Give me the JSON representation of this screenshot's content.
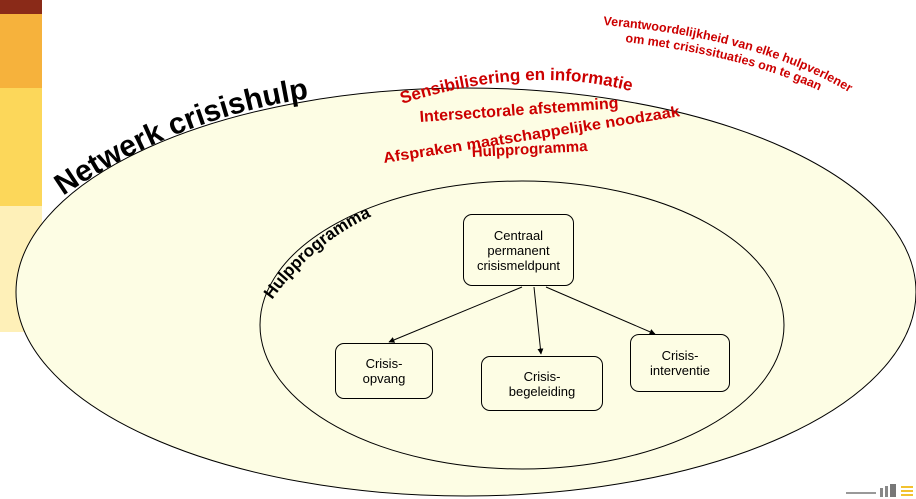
{
  "outer_ellipse_title": "Netwerk crisishulp",
  "inner_ellipse_title": "Hulpprogramma",
  "responsibility_note": {
    "line1": "Verantwoordelijkheid van elke hulpverlener",
    "line2": "om met crisissituaties om te gaan"
  },
  "network_tasks": {
    "line1": "Sensibilisering en informatie",
    "line2": "Intersectorale afstemming",
    "line3": "Afspraken maatschappelijke noodzaak",
    "line4": "Hulpprogramma"
  },
  "nodes": {
    "central": {
      "line1": "Centraal",
      "line2": "permanent",
      "line3": "crisismeldpunt"
    },
    "opvang": {
      "line1": "Crisis-",
      "line2": "opvang"
    },
    "begeleiding": {
      "line1": "Crisis-",
      "line2": "begeleiding"
    },
    "interventie": {
      "line1": "Crisis-",
      "line2": "interventie"
    }
  },
  "colors": {
    "accent_red": "#cc0000",
    "ellipse_fill": "#fdfde4",
    "strip_orange": "#f6b23c",
    "strip_yellow": "#fcd75a",
    "strip_pale": "#fef0b8"
  }
}
